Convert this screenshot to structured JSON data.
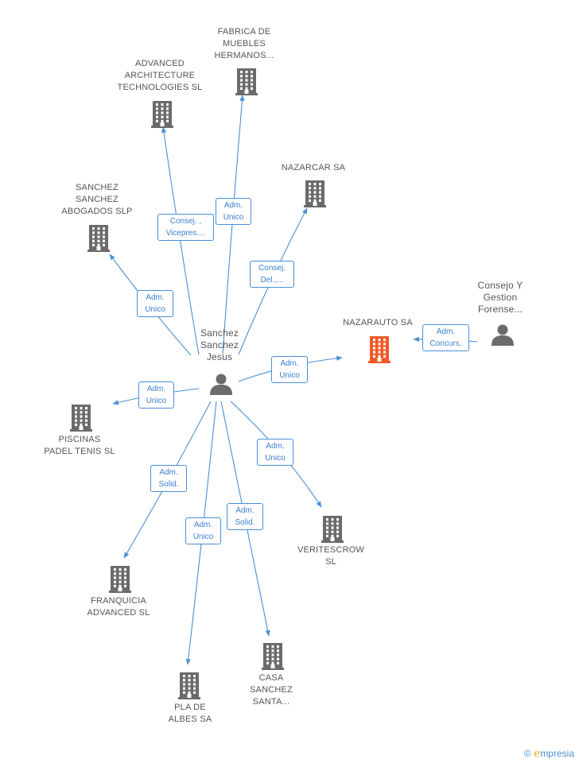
{
  "colors": {
    "edge": "#4a8fd8",
    "building": "#6b6b6b",
    "building_highlight": "#f05a28",
    "person": "#6b6b6b",
    "rel_text": "#3a7fd0",
    "label": "#555555"
  },
  "center_person": {
    "lines": [
      "Sanchez",
      "Sanchez",
      "Jesus"
    ],
    "icon": "person-icon"
  },
  "companies": [
    {
      "id": "advanced",
      "lines": [
        "ADVANCED",
        "ARCHITECTURE",
        "TECHNOLOGIES SL"
      ],
      "icon": "building-icon"
    },
    {
      "id": "fabrica",
      "lines": [
        "FABRICA DE",
        "MUEBLES",
        "HERMANOS..."
      ],
      "icon": "building-icon"
    },
    {
      "id": "nazarcar",
      "lines": [
        "NAZARCAR SA"
      ],
      "icon": "building-icon"
    },
    {
      "id": "sanchez_abogados",
      "lines": [
        "SANCHEZ",
        "SANCHEZ",
        "ABOGADOS SLP"
      ],
      "icon": "building-icon"
    },
    {
      "id": "nazarauto",
      "lines": [
        "NAZARAUTO SA"
      ],
      "icon": "building-icon",
      "highlight": true
    },
    {
      "id": "piscinas",
      "lines": [
        "PISCINAS",
        "PADEL TENIS SL"
      ],
      "icon": "building-icon"
    },
    {
      "id": "veritescrow",
      "lines": [
        "VERITESCROW",
        "SL"
      ],
      "icon": "building-icon"
    },
    {
      "id": "franquicia",
      "lines": [
        "FRANQUICIA",
        "ADVANCED  SL"
      ],
      "icon": "building-icon"
    },
    {
      "id": "casa",
      "lines": [
        "CASA",
        "SANCHEZ",
        "SANTA..."
      ],
      "icon": "building-icon"
    },
    {
      "id": "pla",
      "lines": [
        "PLA DE",
        "ALBES SA"
      ],
      "icon": "building-icon"
    }
  ],
  "other_person": {
    "lines": [
      "Consejo Y",
      "Gestion",
      "Forense..."
    ],
    "icon": "person-icon"
  },
  "relations": [
    {
      "id": "r_advanced",
      "lines": [
        "Consej. ,",
        "Vicepres...."
      ]
    },
    {
      "id": "r_fabrica",
      "lines": [
        "Adm.",
        "Unico"
      ]
    },
    {
      "id": "r_nazarcar",
      "lines": [
        "Consej.",
        "Del.,..."
      ]
    },
    {
      "id": "r_abogados",
      "lines": [
        "Adm.",
        "Unico"
      ]
    },
    {
      "id": "r_nazarauto",
      "lines": [
        "Adm.",
        "Unico"
      ]
    },
    {
      "id": "r_concurs",
      "lines": [
        "Adm.",
        "Concurs."
      ]
    },
    {
      "id": "r_piscinas",
      "lines": [
        "Adm.",
        "Unico"
      ]
    },
    {
      "id": "r_veritescrow",
      "lines": [
        "Adm.",
        "Unico"
      ]
    },
    {
      "id": "r_franquicia",
      "lines": [
        "Adm.",
        "Solid."
      ]
    },
    {
      "id": "r_casa",
      "lines": [
        "Adm.",
        "Solid."
      ]
    },
    {
      "id": "r_pla",
      "lines": [
        "Adm.",
        "Unico"
      ]
    }
  ],
  "brand": {
    "copyright": "©",
    "initial": "e",
    "name": "mpresia"
  }
}
